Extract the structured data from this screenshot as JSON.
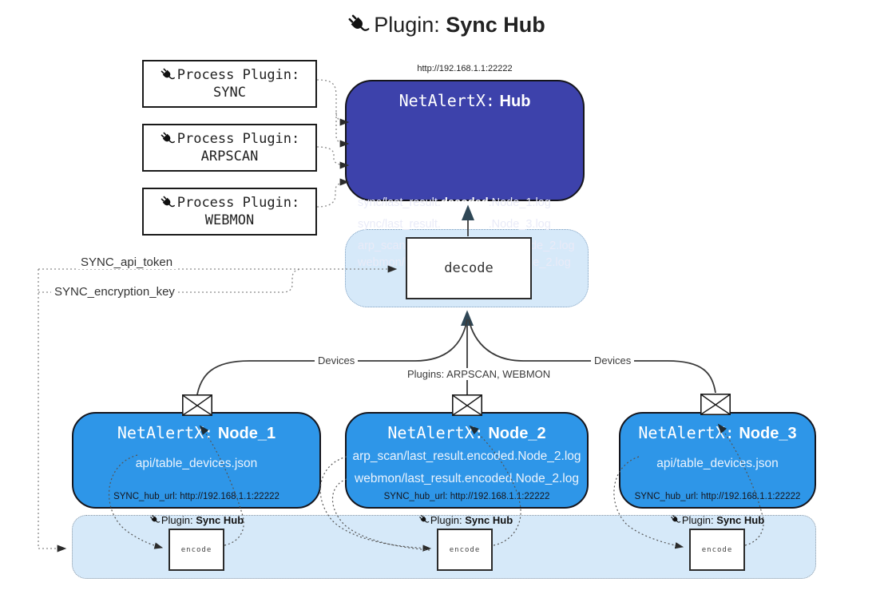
{
  "title": {
    "label": "Plugin:",
    "name": "Sync Hub"
  },
  "hub": {
    "url": "http://192.168.1.1:22222",
    "name_prefix": "NetAlertX:",
    "name": "Hub",
    "logs": [
      {
        "pre": "sync/last_result.",
        "bold": "decoded",
        "post": ".Node_1.log"
      },
      {
        "pre": "sync/last_result.",
        "bold": "decoded",
        "post": ".Node_3.log"
      },
      {
        "pre": "arp_scan/last_result.",
        "bold": "decoded",
        "post": ".Node_2.log"
      },
      {
        "pre": "webmon/last_result.",
        "bold": "decoded",
        "post": ".Node_2.log"
      }
    ]
  },
  "process_plugins": [
    {
      "label": "Process Plugin:",
      "name": "SYNC"
    },
    {
      "label": "Process Plugin:",
      "name": "ARPSCAN"
    },
    {
      "label": "Process Plugin:",
      "name": "WEBMON"
    }
  ],
  "decode": {
    "label": "decode"
  },
  "settings": {
    "api_token": "SYNC_api_token",
    "encryption_key": "SYNC_encryption_key"
  },
  "edges": {
    "devices_left": "Devices",
    "plugins_mid": "Plugins: ARPSCAN, WEBMON",
    "devices_right": "Devices"
  },
  "nodes": [
    {
      "name_prefix": "NetAlertX:",
      "name": "Node_1",
      "files": [
        "api/table_devices.json"
      ],
      "hub_url": "SYNC_hub_url: http://192.168.1.1:22222"
    },
    {
      "name_prefix": "NetAlertX:",
      "name": "Node_2",
      "files": [
        "arp_scan/last_result.encoded.Node_2.log",
        "webmon/last_result.encoded.Node_2.log"
      ],
      "hub_url": "SYNC_hub_url: http://192.168.1.1:22222"
    },
    {
      "name_prefix": "NetAlertX:",
      "name": "Node_3",
      "files": [
        "api/table_devices.json"
      ],
      "hub_url": "SYNC_hub_url: http://192.168.1.1:22222"
    }
  ],
  "encoders": [
    {
      "label": "Plugin:",
      "name": "Sync Hub",
      "action": "encode"
    },
    {
      "label": "Plugin:",
      "name": "Sync Hub",
      "action": "encode"
    },
    {
      "label": "Plugin:",
      "name": "Sync Hub",
      "action": "encode"
    }
  ],
  "colors": {
    "hub_bg": "#3d42ab",
    "node_bg": "#2e96e8",
    "panel_bg": "#d6e9f9",
    "line": "#444444",
    "accent_dark": "#2f4756"
  }
}
